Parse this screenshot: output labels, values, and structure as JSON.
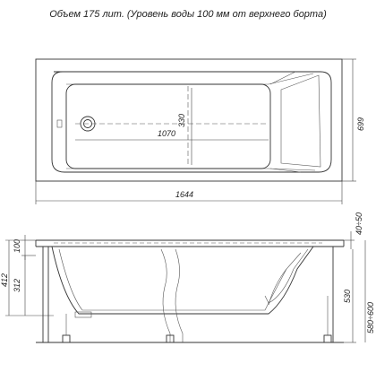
{
  "caption": "Объем 175 лит. (Уровень воды 100 мм от верхнего борта)",
  "plan_view": {
    "inner_length": "1070",
    "inner_width": "330",
    "overall_width": "699",
    "overall_length": "1644"
  },
  "side_view": {
    "rim_height": "40÷50",
    "water_depth": "100",
    "total_height": "412",
    "bottom_height": "312",
    "panel_height": "530",
    "install_height": "580÷600"
  }
}
